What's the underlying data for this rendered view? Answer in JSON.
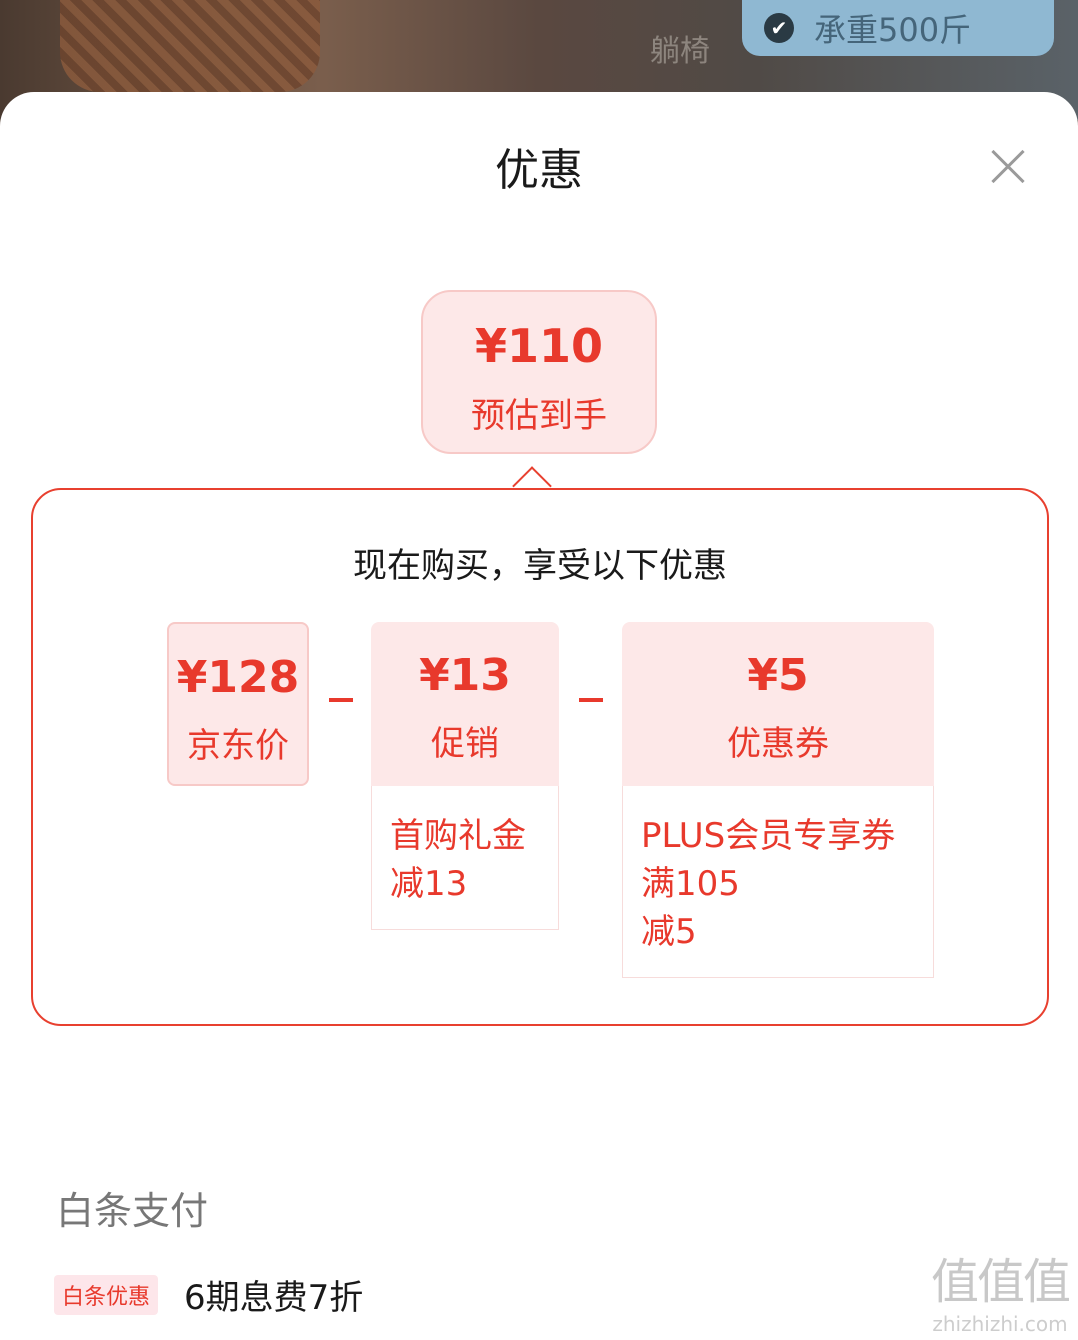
{
  "background": {
    "tag_text": "承重500斤",
    "side_text": "躺椅"
  },
  "sheet": {
    "title": "优惠",
    "estimate": {
      "price": "¥110",
      "label": "预估到手"
    },
    "panel_title": "现在购买，享受以下优惠",
    "items": [
      {
        "price": "¥128",
        "label": "京东价"
      },
      {
        "price": "¥13",
        "label": "促销",
        "detail": [
          "首购礼金",
          "减13"
        ]
      },
      {
        "price": "¥5",
        "label": "优惠券",
        "detail": [
          "PLUS会员专享券",
          "满105",
          "减5"
        ]
      }
    ],
    "baitiao": {
      "title": "白条支付",
      "badge": "白条优惠",
      "text": "6期息费7折"
    }
  },
  "watermark": {
    "logo": "值值值",
    "site": "zhizhizhi.com"
  },
  "colors": {
    "accent": "#e8392c",
    "pink_bg": "#fde8e8"
  }
}
